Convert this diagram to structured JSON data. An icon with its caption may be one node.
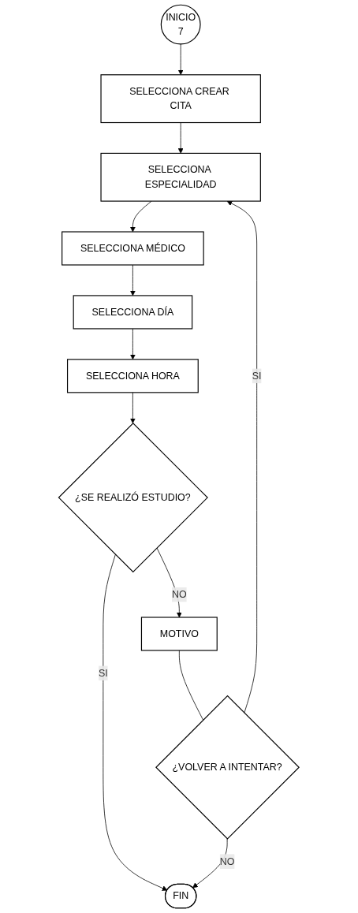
{
  "diagram": {
    "nodes": [
      {
        "text": [
          "INICIO",
          "7"
        ]
      },
      {
        "text": [
          "SELECCIONA CREAR CITA"
        ]
      },
      {
        "text": [
          "SELECCIONA ESPECIALIDAD"
        ]
      },
      {
        "text": [
          "SELECCIONA MÉDICO"
        ]
      },
      {
        "text": [
          "SELECCIONA DÍA"
        ]
      },
      {
        "text": [
          "SELECCIONA HORA"
        ]
      },
      {
        "text": [
          "¿SE REALIZÓ ESTUDIO?"
        ]
      },
      {
        "text": [
          "MOTIVO"
        ]
      },
      {
        "text": [
          "¿VOLVER A INTENTAR?"
        ]
      },
      {
        "text": [
          "FIN"
        ]
      }
    ],
    "edges": [
      {
        "from": 0,
        "to": 1,
        "arrow": "to"
      },
      {
        "from": 1,
        "to": 2,
        "arrow": "to"
      },
      {
        "from": 2,
        "to": 3,
        "arrow": "to"
      },
      {
        "from": 3,
        "to": 4,
        "arrow": "to"
      },
      {
        "from": 4,
        "to": 5,
        "arrow": "to"
      },
      {
        "from": 5,
        "to": 6,
        "arrow": "to"
      },
      {
        "from": 6,
        "to": 7,
        "label": "NO",
        "arrow": "to"
      },
      {
        "from": 7,
        "to": 8,
        "arrow": "none"
      },
      {
        "from": 8,
        "to": 2,
        "label": "SI",
        "arrow": "to"
      },
      {
        "from": 6,
        "to": 9,
        "label": "SI",
        "arrow": "to"
      },
      {
        "from": 8,
        "to": 9,
        "label": "NO",
        "arrow": "to"
      }
    ]
  }
}
